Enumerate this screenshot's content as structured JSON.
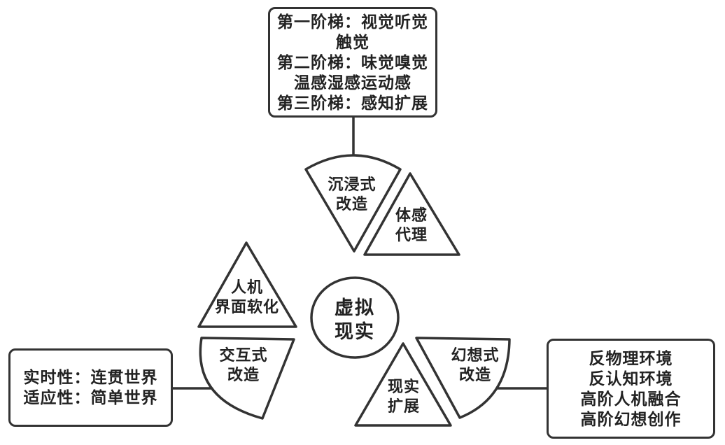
{
  "diagram": {
    "colors": {
      "stroke": "#333333",
      "text": "#222222",
      "background": "#ffffff",
      "shape_fill": "#ffffff"
    },
    "center_circle": {
      "lines": [
        "虚拟",
        "现实"
      ]
    },
    "top_box": {
      "lines": [
        "第一阶梯：视觉听觉",
        "触觉",
        "第二阶梯：味觉嗅觉",
        "温感湿感运动感",
        "第三阶梯：感知扩展"
      ]
    },
    "left_box": {
      "lines": [
        "实时性：连贯世界",
        "适应性：简单世界"
      ]
    },
    "right_box": {
      "lines": [
        "反物理环境",
        "反认知环境",
        "高阶人机融合",
        "高阶幻想创作"
      ]
    },
    "wedge_immersive": {
      "lines": [
        "沉浸式",
        "改造"
      ]
    },
    "wedge_interactive": {
      "lines": [
        "交互式",
        "改造"
      ]
    },
    "wedge_fantasy": {
      "lines": [
        "幻想式",
        "改造"
      ]
    },
    "triangle_body_sense": {
      "lines": [
        "体感",
        "代理"
      ]
    },
    "triangle_hmi": {
      "lines": [
        "人机",
        "界面软化"
      ]
    },
    "triangle_reality_expand": {
      "lines": [
        "现实",
        "扩展"
      ]
    }
  }
}
